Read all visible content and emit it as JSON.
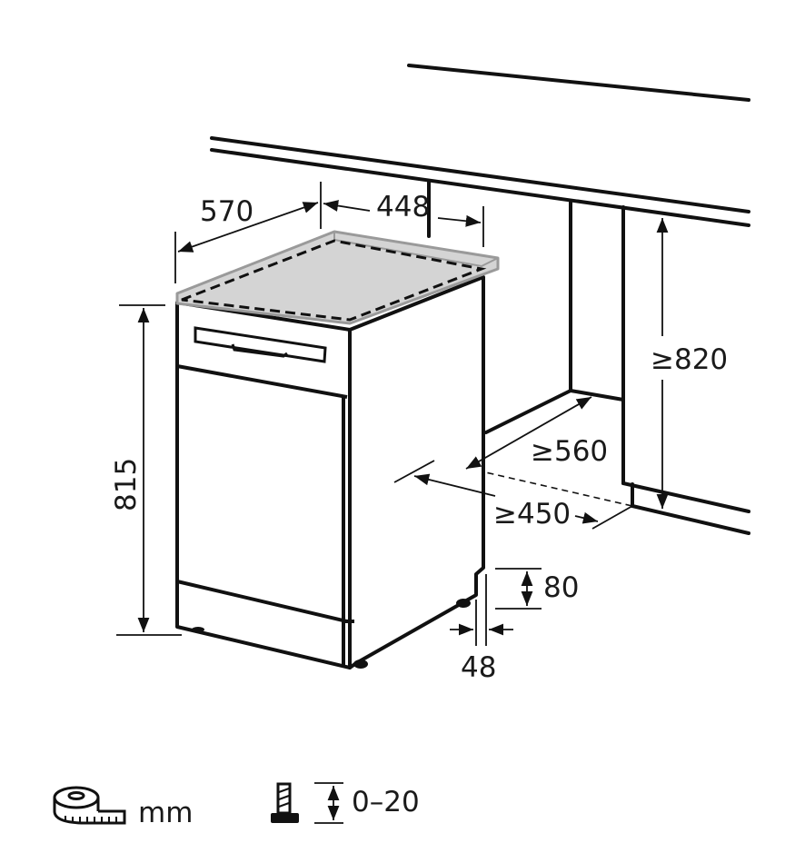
{
  "diagram": {
    "subject": "freestanding-dishwasher-installation",
    "colors": {
      "line": "#111111",
      "worktop_fill": "#d4d4d4",
      "worktop_edge": "#9a9a9a",
      "background": "#ffffff"
    },
    "dimensions": {
      "depth": "570",
      "width": "448",
      "height": "815",
      "niche_height": "≥820",
      "niche_depth": "≥560",
      "niche_width": "≥450",
      "plinth_height": "80",
      "plinth_offset": "48"
    },
    "legend": {
      "unit_icon": "tape-measure-icon",
      "unit_label": "mm",
      "foot_icon": "adjustable-foot-icon",
      "foot_range": "0–20"
    }
  }
}
